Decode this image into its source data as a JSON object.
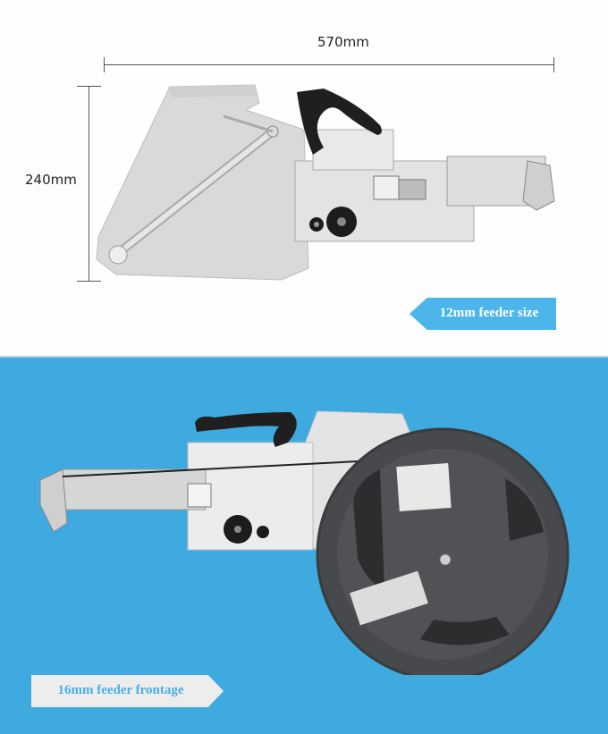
{
  "top_section": {
    "background": "#fefefe",
    "dimension_width": {
      "label": "570mm"
    },
    "dimension_height": {
      "label": "240mm"
    },
    "product_image": {
      "description": "12mm SMT tape feeder, side view, silver aluminum with black handle"
    },
    "banner": {
      "label": "12mm feeder size",
      "color": "#4cb6ea",
      "text_color": "#ffffff",
      "direction": "left-arrow"
    }
  },
  "bottom_section": {
    "background": "#3faae0",
    "product_image": {
      "description": "16mm SMT tape feeder with dark gray component reel mounted, mirrored view"
    },
    "banner": {
      "label": "16mm feeder frontage",
      "color": "#eeedee",
      "text_color": "#4aaee3",
      "direction": "right-arrow"
    }
  }
}
